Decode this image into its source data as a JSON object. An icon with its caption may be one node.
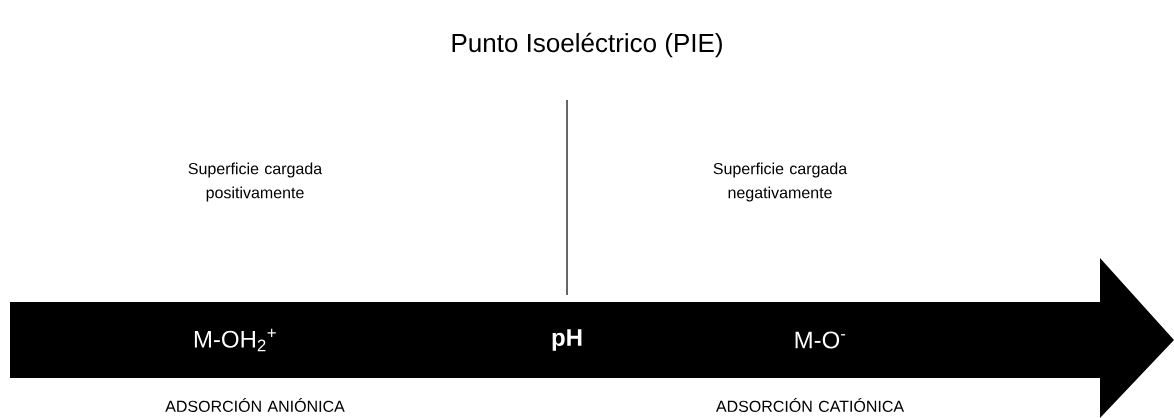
{
  "diagram": {
    "title": "Punto Isoeléctrico (PIE)",
    "nodes": [
      {
        "text": [
          "M-OH$_{2}$$^{+}$",
          "pH",
          "M-O$^{-}$"
        ]
      }
    ],
    "labels": [
      "Superficie cargada positivamente",
      "Superficie cargada negativamente",
      "ADSORCIÓN ANIÓNICA",
      "ADSORCIÓN CATIÓNICA"
    ]
  }
}
